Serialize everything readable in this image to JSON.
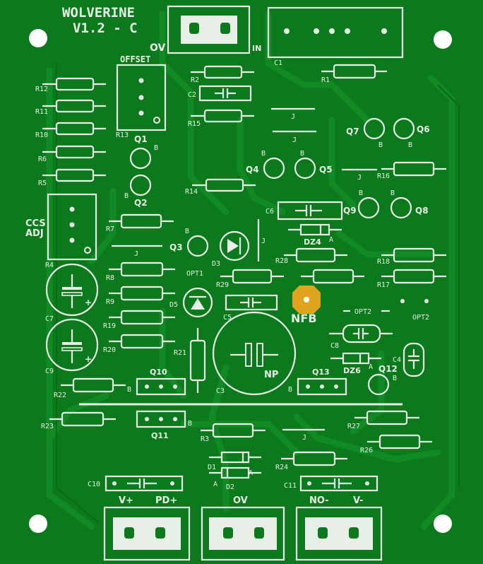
{
  "title": "WOLVERINE",
  "version": "V1.2 - C",
  "labels": {
    "offset": "OFFSET",
    "ov_top": "OV",
    "in": "IN",
    "c1": "C1",
    "ccs": "CCS",
    "adj": "ADJ",
    "nfb": "NFB",
    "np": "NP",
    "opt1": "OPT1",
    "opt2a": "OPT2",
    "opt2b": "OPT2",
    "vplus": "V+",
    "pdplus": "PD+",
    "ov_bottom": "OV",
    "nominus": "NO-",
    "vminus": "V-",
    "c10": "C10",
    "c11": "C11",
    "dz4": "DZ4",
    "dz6": "DZ6",
    "anode_a": "A"
  },
  "resistors": [
    "R1",
    "R2",
    "R4",
    "R5",
    "R6",
    "R7",
    "R8",
    "R9",
    "R10",
    "R11",
    "R12",
    "R13",
    "R14",
    "R15",
    "R16",
    "R17",
    "R18",
    "R19",
    "R20",
    "R21",
    "R22",
    "R23",
    "R24",
    "R26",
    "R27",
    "R28",
    "R29"
  ],
  "transistors": [
    "Q1",
    "Q2",
    "Q3",
    "Q4",
    "Q5",
    "Q6",
    "Q7",
    "Q8",
    "Q9",
    "Q10",
    "Q11",
    "Q12",
    "Q13"
  ],
  "capacitors": [
    "C2",
    "C3",
    "C4",
    "C5",
    "C6",
    "C7",
    "C8",
    "C9"
  ],
  "diodes": [
    "D1",
    "D2",
    "D3",
    "D5"
  ],
  "jumper": "J",
  "base_mark": "B",
  "colors": {
    "board": "#0c7a1c",
    "silk": "#e8efe6",
    "nfb_pad": "#e0a41e"
  }
}
